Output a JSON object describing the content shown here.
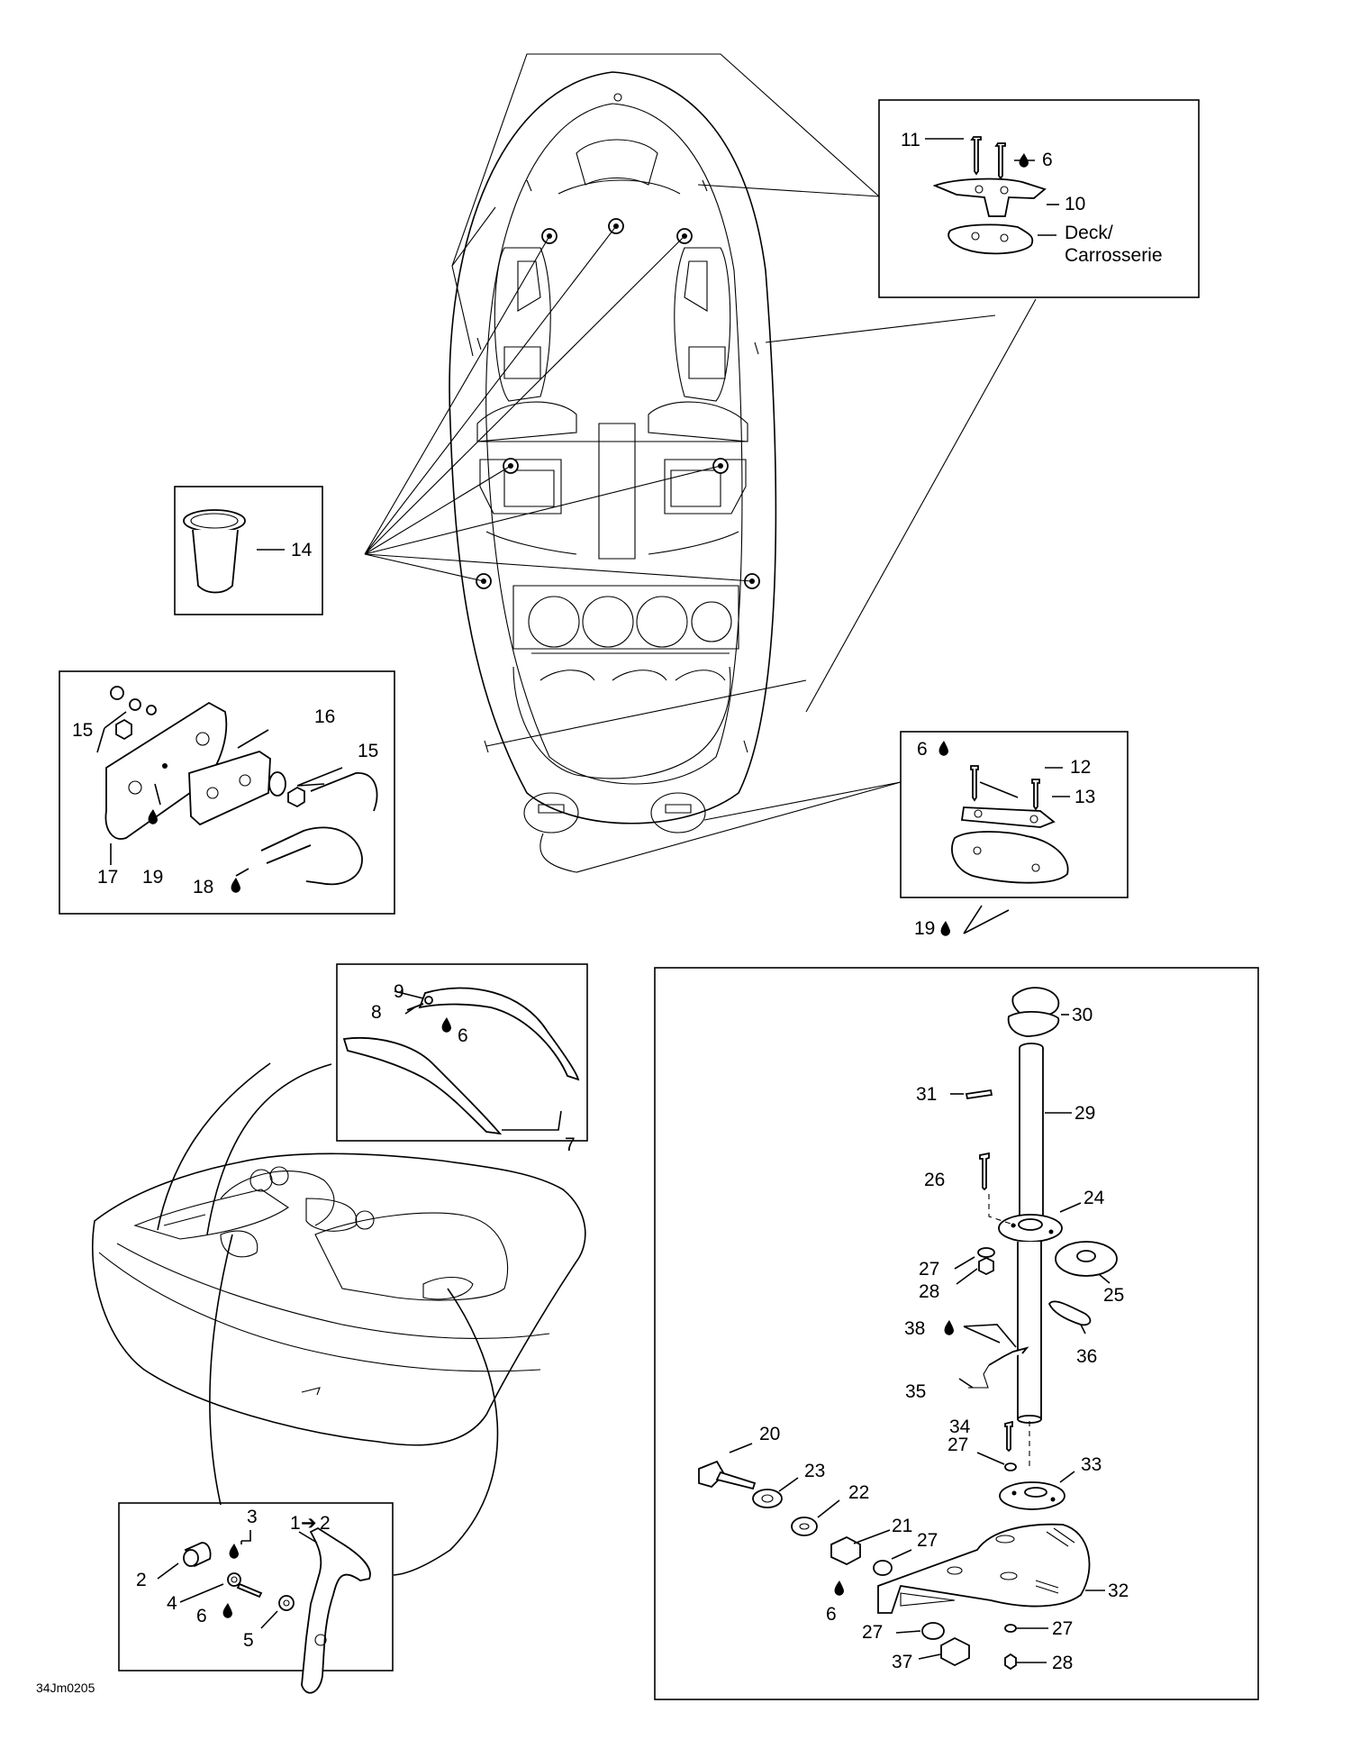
{
  "document_ref": "34Jm0205",
  "deck_note": {
    "line1": "Deck/",
    "line2": "Carrosserie"
  },
  "callouts": {
    "c1": "1",
    "c1_2": "2",
    "c2": "2",
    "c3": "3",
    "c4": "4",
    "c5": "5",
    "c6a": "6",
    "c6b": "6",
    "c6c": "6",
    "c6d": "6",
    "c6e": "6",
    "c7": "7",
    "c8": "8",
    "c9": "9",
    "c10": "10",
    "c11": "11",
    "c12": "12",
    "c13": "13",
    "c14": "14",
    "c15a": "15",
    "c15b": "15",
    "c16": "16",
    "c17": "17",
    "c18": "18",
    "c19a": "19",
    "c19b": "19",
    "c20": "20",
    "c21": "21",
    "c22": "22",
    "c23": "23",
    "c24": "24",
    "c25": "25",
    "c26": "26",
    "c27a": "27",
    "c27b": "27",
    "c27c": "27",
    "c27d": "27",
    "c27e": "27",
    "c28a": "28",
    "c28b": "28",
    "c29": "29",
    "c30": "30",
    "c31": "31",
    "c32": "32",
    "c33": "33",
    "c34": "34",
    "c35": "35",
    "c36": "36",
    "c37": "37",
    "c38": "38"
  }
}
